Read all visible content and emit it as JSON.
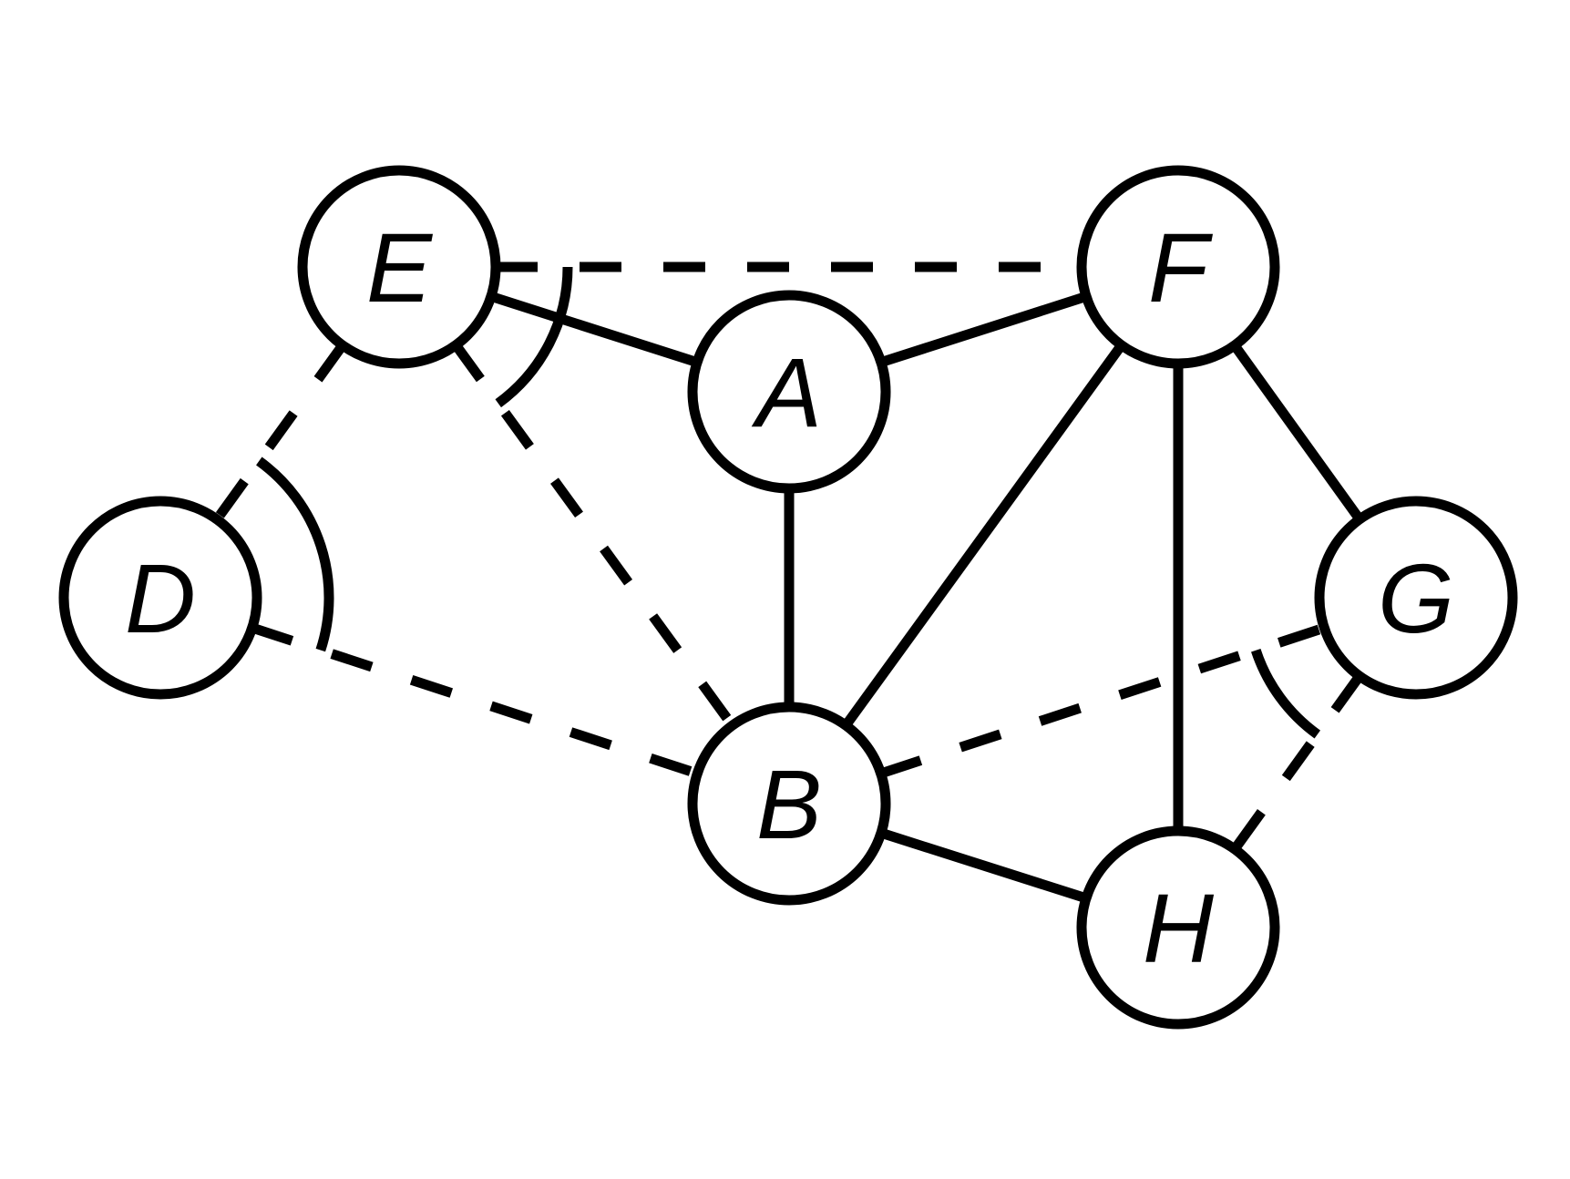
{
  "graph": {
    "nodes": [
      {
        "id": "A",
        "label": "A"
      },
      {
        "id": "B",
        "label": "B"
      },
      {
        "id": "D",
        "label": "D"
      },
      {
        "id": "E",
        "label": "E"
      },
      {
        "id": "F",
        "label": "F"
      },
      {
        "id": "G",
        "label": "G"
      },
      {
        "id": "H",
        "label": "H"
      }
    ],
    "edges": [
      {
        "from": "E",
        "to": "F",
        "style": "dashed"
      },
      {
        "from": "E",
        "to": "A",
        "style": "solid"
      },
      {
        "from": "A",
        "to": "F",
        "style": "solid"
      },
      {
        "from": "A",
        "to": "B",
        "style": "solid"
      },
      {
        "from": "F",
        "to": "B",
        "style": "solid"
      },
      {
        "from": "F",
        "to": "H",
        "style": "solid"
      },
      {
        "from": "F",
        "to": "G",
        "style": "solid"
      },
      {
        "from": "B",
        "to": "H",
        "style": "solid"
      },
      {
        "from": "E",
        "to": "D",
        "style": "dashed"
      },
      {
        "from": "E",
        "to": "B",
        "style": "dashed"
      },
      {
        "from": "D",
        "to": "B",
        "style": "dashed"
      },
      {
        "from": "B",
        "to": "G",
        "style": "dashed"
      },
      {
        "from": "G",
        "to": "H",
        "style": "dashed"
      }
    ],
    "arcs": [
      {
        "at": "E",
        "between": [
          "F",
          "B"
        ]
      },
      {
        "at": "D",
        "between": [
          "E",
          "B"
        ]
      },
      {
        "at": "G",
        "between": [
          "B",
          "H"
        ]
      }
    ]
  }
}
